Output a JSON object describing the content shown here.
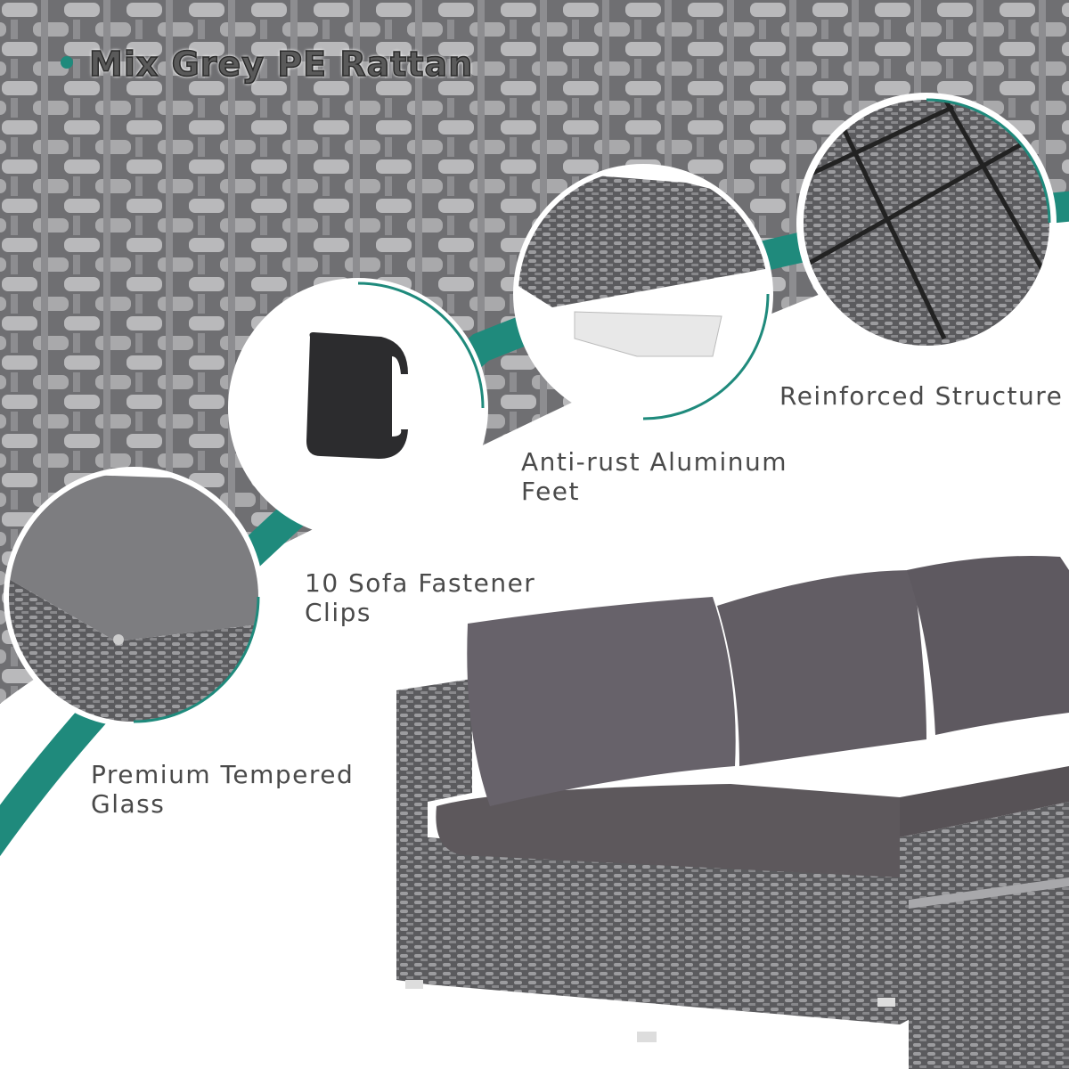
{
  "title": "Mix Grey PE Rattan",
  "features": {
    "fastener": "10 Sofa Fastener Clips",
    "feet": "Anti-rust Aluminum Feet",
    "structure": "Reinforced Structure",
    "glass": "Premium Tempered Glass"
  },
  "colors": {
    "accent": "#1f8a7c",
    "rattan": "#8f8f8f",
    "cushion": "#5d585c"
  },
  "icons": [
    "bullet-dot"
  ]
}
